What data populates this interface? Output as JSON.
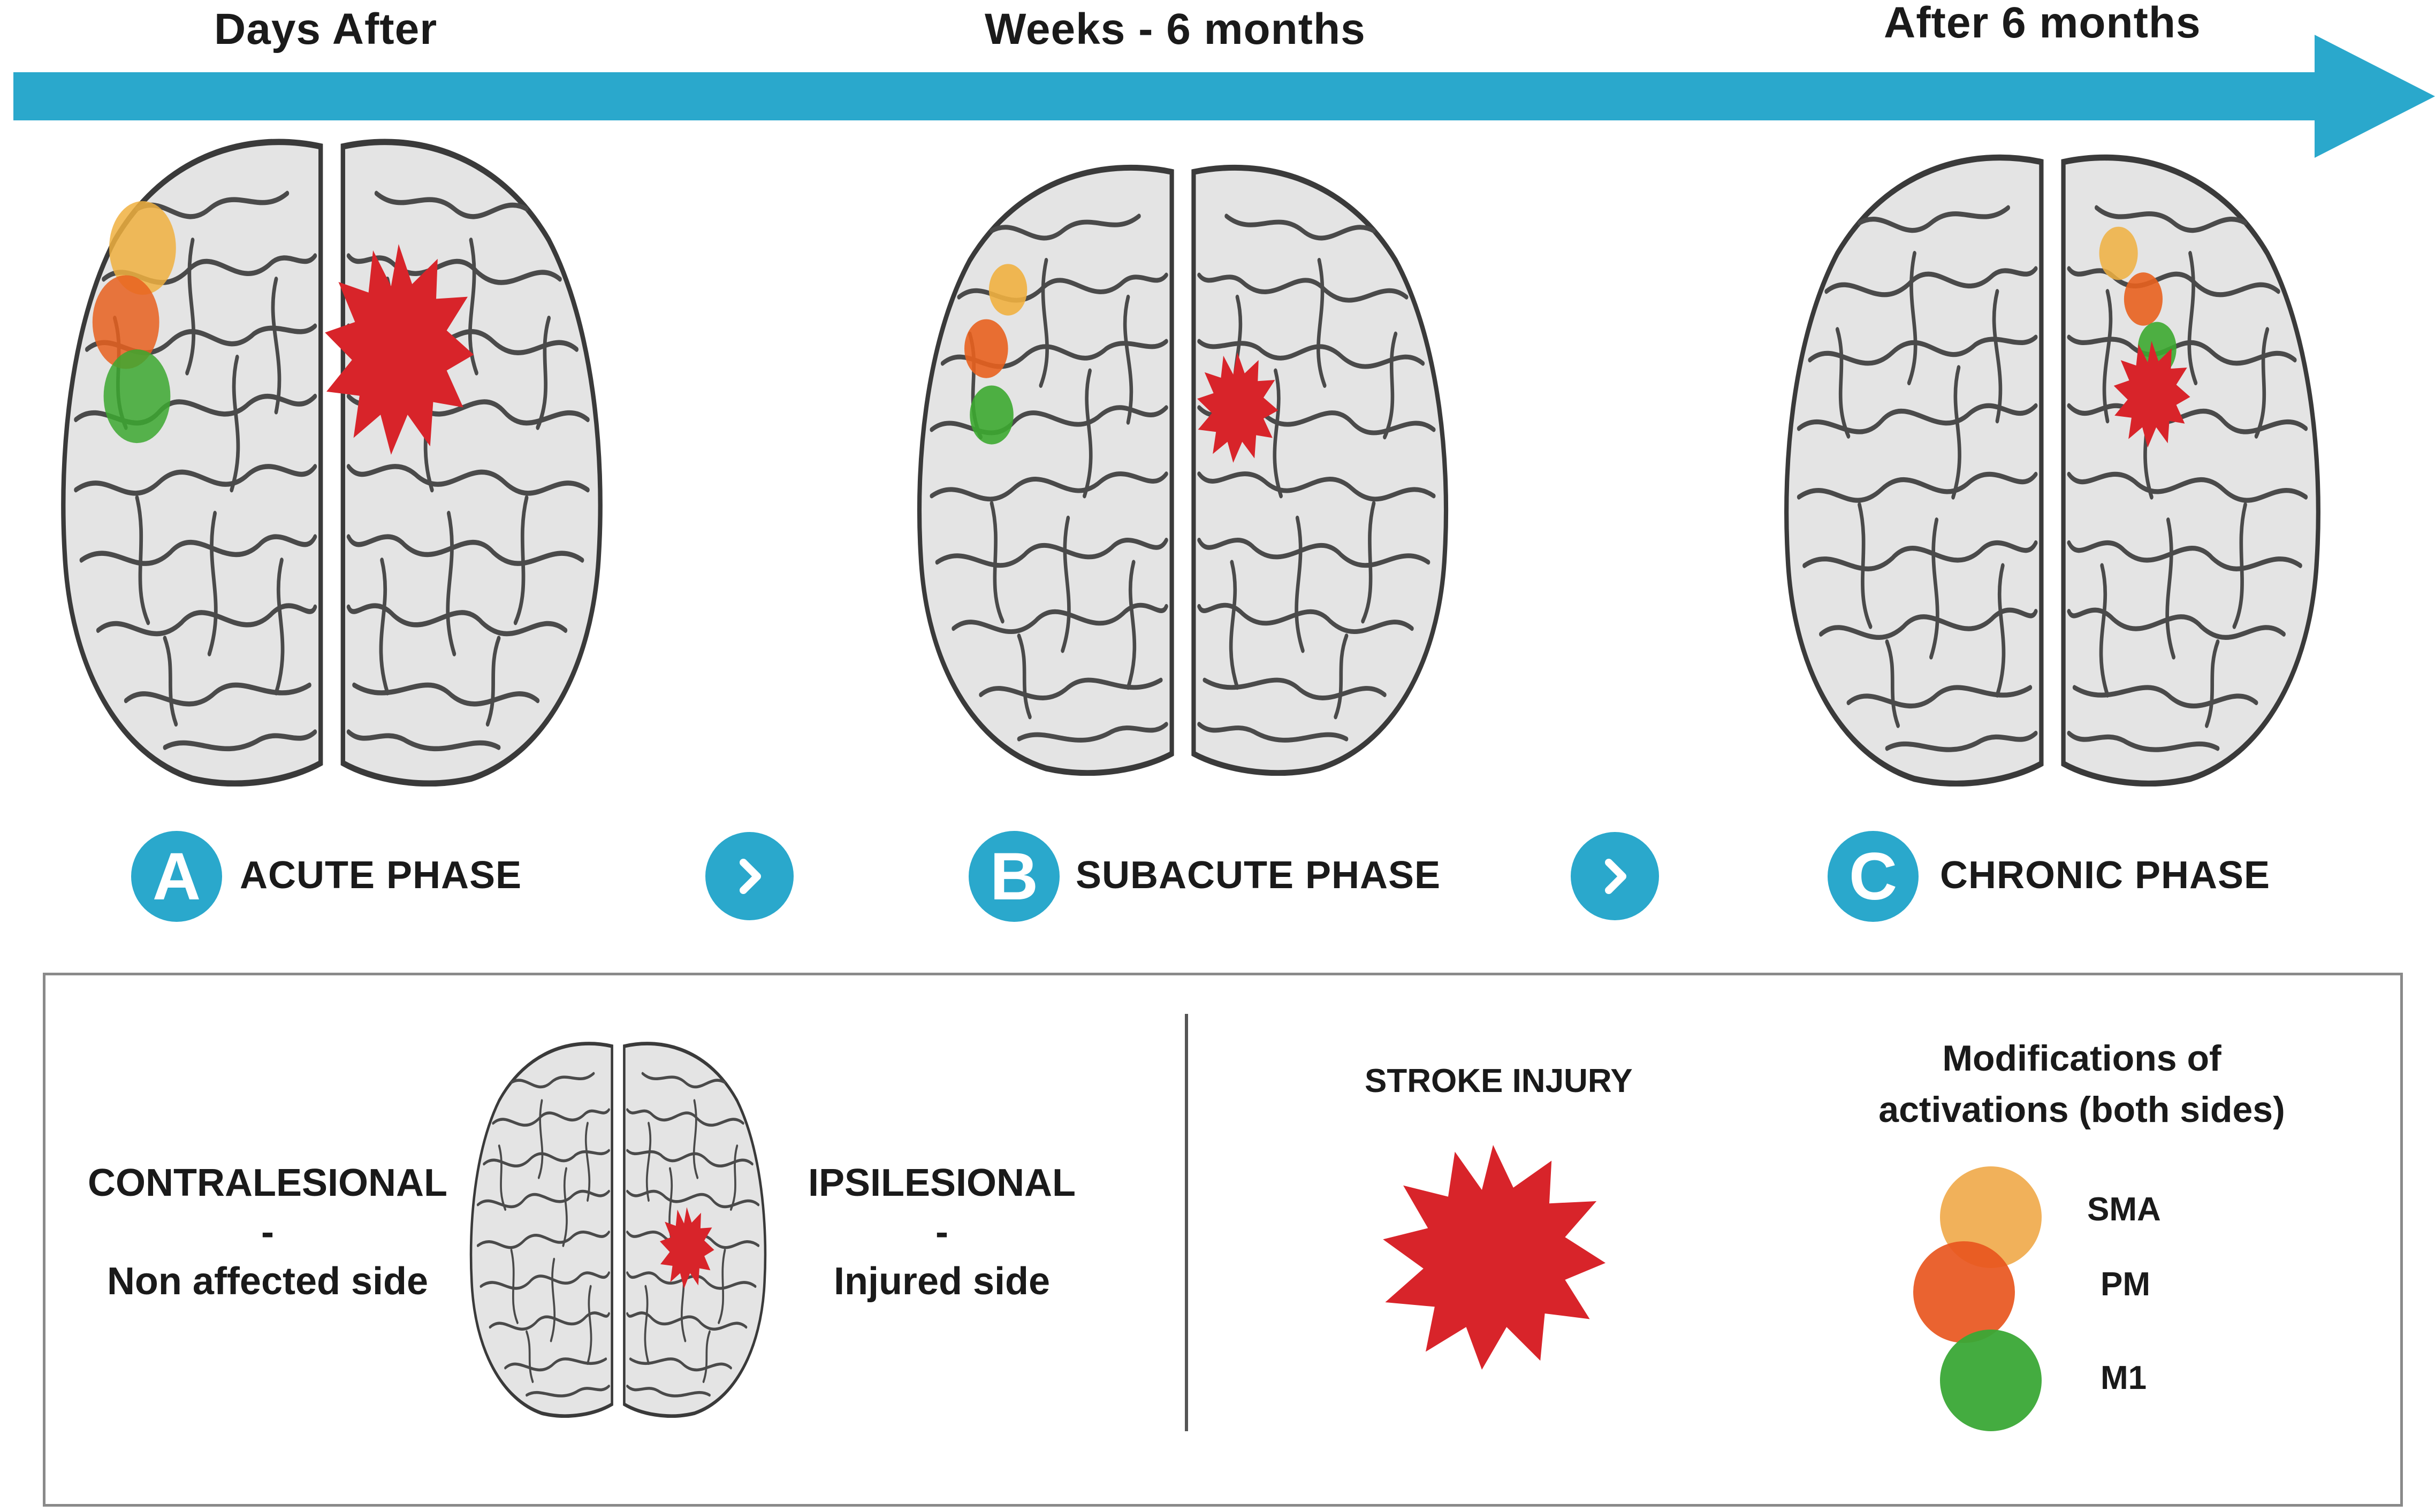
{
  "timeline": {
    "periods": [
      "Days After",
      "Weeks - 6 months",
      "After 6 months"
    ],
    "arrow_color": "#2aa8cc"
  },
  "phases": [
    {
      "letter": "A",
      "label": "ACUTE PHASE"
    },
    {
      "letter": "B",
      "label": "SUBACUTE PHASE"
    },
    {
      "letter": "C",
      "label": "CHRONIC PHASE"
    }
  ],
  "legend": {
    "contralesional": {
      "title": "CONTRALESIONAL",
      "dash": "-",
      "desc": "Non affected side"
    },
    "ipsilesional": {
      "title": "IPSILESIONAL",
      "dash": "-",
      "desc": "Injured side"
    },
    "stroke_label": "STROKE INJURY",
    "modifications_title_1": "Modifications of",
    "modifications_title_2": "activations (both sides)",
    "areas": [
      {
        "name": "SMA",
        "color": "#f0a848"
      },
      {
        "name": "PM",
        "color": "#e8561e"
      },
      {
        "name": "M1",
        "color": "#3aa836"
      }
    ]
  },
  "colors": {
    "accent": "#2aa8cc",
    "stroke": "#d8242a",
    "sma": "#f0b040",
    "pm": "#e8601e",
    "m1": "#3ca830",
    "brain_fill": "#e6e6e6",
    "brain_line": "#555555"
  }
}
